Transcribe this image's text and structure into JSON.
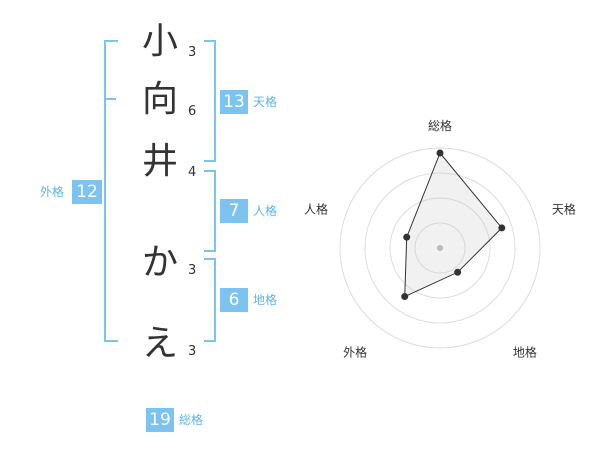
{
  "name": {
    "chars": [
      {
        "char": "小",
        "strokes": "3"
      },
      {
        "char": "向",
        "strokes": "6"
      },
      {
        "char": "井",
        "strokes": "4"
      },
      {
        "char": "か",
        "strokes": "3"
      },
      {
        "char": "え",
        "strokes": "3"
      }
    ]
  },
  "kakusu": {
    "tenkaku": {
      "label": "天格",
      "value": "13"
    },
    "jinkaku": {
      "label": "人格",
      "value": "7"
    },
    "chikaku": {
      "label": "地格",
      "value": "6"
    },
    "gaikaku": {
      "label": "外格",
      "value": "12"
    },
    "soukaku": {
      "label": "総格",
      "value": "19"
    }
  },
  "colors": {
    "accent": "#7cc3ef",
    "accent_text": "#5fb4e8"
  },
  "chart_data": {
    "type": "radar",
    "axes": [
      "総格",
      "天格",
      "地格",
      "外格",
      "人格"
    ],
    "values": [
      19,
      13,
      6,
      12,
      7
    ],
    "rings": 4
  }
}
